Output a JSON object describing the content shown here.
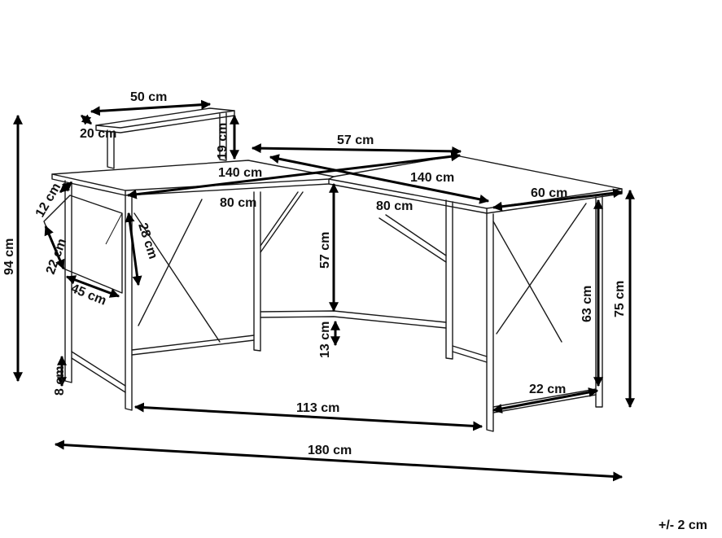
{
  "dimensions": {
    "shelf_width": "50 cm",
    "shelf_depth": "20 cm",
    "shelf_height": "19 cm",
    "corner_span": "57 cm",
    "left_top_length": "140 cm",
    "right_top_length": "140 cm",
    "left_inner_length": "80 cm",
    "right_inner_length": "80 cm",
    "right_depth": "60 cm",
    "leg_height_inner": "57 cm",
    "bar_height": "13 cm",
    "right_leg_height": "63 cm",
    "total_height": "75 cm",
    "overall_height": "94 cm",
    "bag_top": "12 cm",
    "bag_side": "22 cm",
    "bag_bottom": "45 cm",
    "bag_diag": "28 cm",
    "foot_gap": "8 cm",
    "right_base": "22 cm",
    "inner_base": "113 cm",
    "total_width": "180 cm"
  },
  "tolerance": "+/- 2 cm"
}
